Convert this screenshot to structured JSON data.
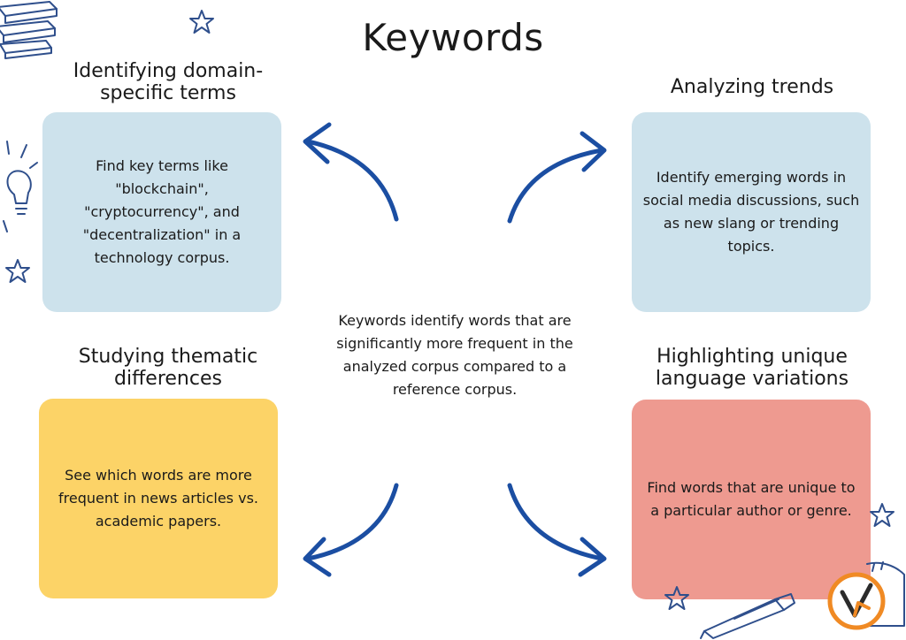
{
  "title": "Keywords",
  "center_text": "Keywords identify words that are significantly more frequent in the analyzed corpus compared to a reference corpus.",
  "sections": {
    "top_left": {
      "heading_line1": "Identifying domain-",
      "heading_line2": "specific terms",
      "line1": "Find key terms like \"blockchain\",",
      "line2": "\"cryptocurrency\", and",
      "line3": "\"decentralization\" in a",
      "line4": "technology corpus.",
      "color": "#cde2ec"
    },
    "top_right": {
      "heading": "Analyzing trends",
      "line1": "Identify emerging words in",
      "line2": "social media discussions, such",
      "line3": "as new slang or trending",
      "line4": "topics.",
      "color": "#cde2ec"
    },
    "bottom_left": {
      "heading_line1": "Studying thematic",
      "heading_line2": "differences",
      "line1": "See which words are more",
      "line2": "frequent in news articles vs.",
      "line3": "academic papers.",
      "color": "#fcd367"
    },
    "bottom_right": {
      "heading_line1": "Highlighting unique",
      "heading_line2": "language variations",
      "line1": "Find words that are unique to",
      "line2": "a particular author or genre.",
      "color": "#ee9a90"
    }
  },
  "colors": {
    "arrow": "#1b4ea2",
    "logo_orange": "#f08a24",
    "logo_dark": "#2b2b2b"
  },
  "icons": [
    "books-icon",
    "star-icon",
    "lightbulb-icon",
    "pen-icon",
    "logo-icon"
  ]
}
